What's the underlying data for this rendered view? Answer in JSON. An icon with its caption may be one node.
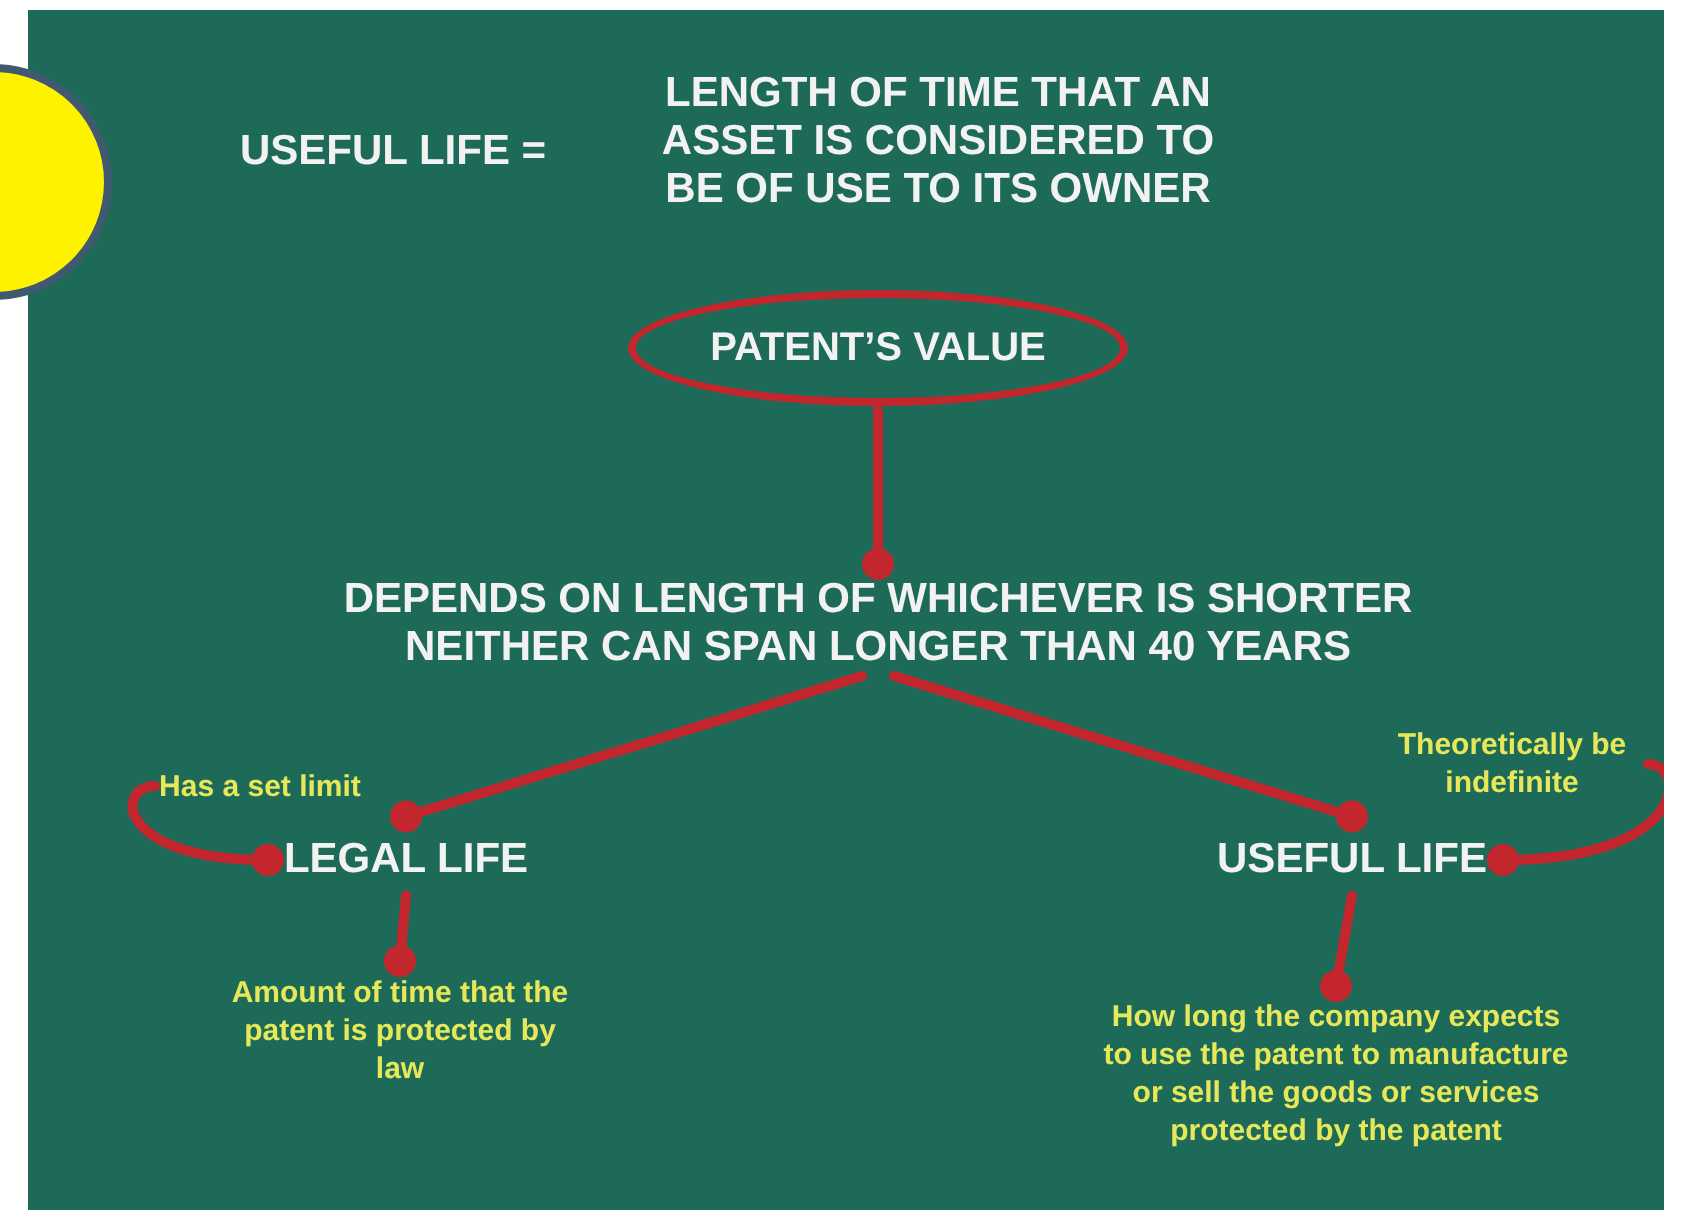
{
  "diagram": {
    "nodes": [
      {
        "text": [
          "PATENT’S VALUE"
        ]
      },
      {
        "text": [
          "DEPENDS ON LENGTH OF WHICHEVER IS SHORTER",
          "NEITHER CAN SPAN LONGER THAN 40 YEARS"
        ]
      },
      {
        "text": [
          "Has a set limit"
        ]
      },
      {
        "text": [
          "LEGAL LIFE"
        ]
      },
      {
        "text": [
          "Theoretically be indefinite"
        ]
      },
      {
        "text": [
          "USEFUL LIFE"
        ]
      },
      {
        "text": [
          "Amount of time that the patent is protected by law"
        ]
      },
      {
        "text": [
          "How long the company expects to use the patent to manufacture or sell the goods or services protected by the patent"
        ]
      }
    ],
    "edges": [
      {
        "from": 0,
        "to": 1,
        "arrow": "other"
      },
      {
        "from": 1,
        "to": 3,
        "arrow": "other"
      },
      {
        "from": 1,
        "to": 5,
        "arrow": "other"
      },
      {
        "from": 2,
        "to": 3,
        "arrow": "other"
      },
      {
        "from": 4,
        "to": 5,
        "arrow": "other"
      },
      {
        "from": 3,
        "to": 6,
        "arrow": "other"
      },
      {
        "from": 5,
        "to": 7,
        "arrow": "other"
      }
    ],
    "labels": [
      "USEFUL LIFE =",
      "LENGTH OF TIME THAT AN ASSET IS CONSIDERED TO BE OF USE TO ITS OWNER"
    ]
  }
}
